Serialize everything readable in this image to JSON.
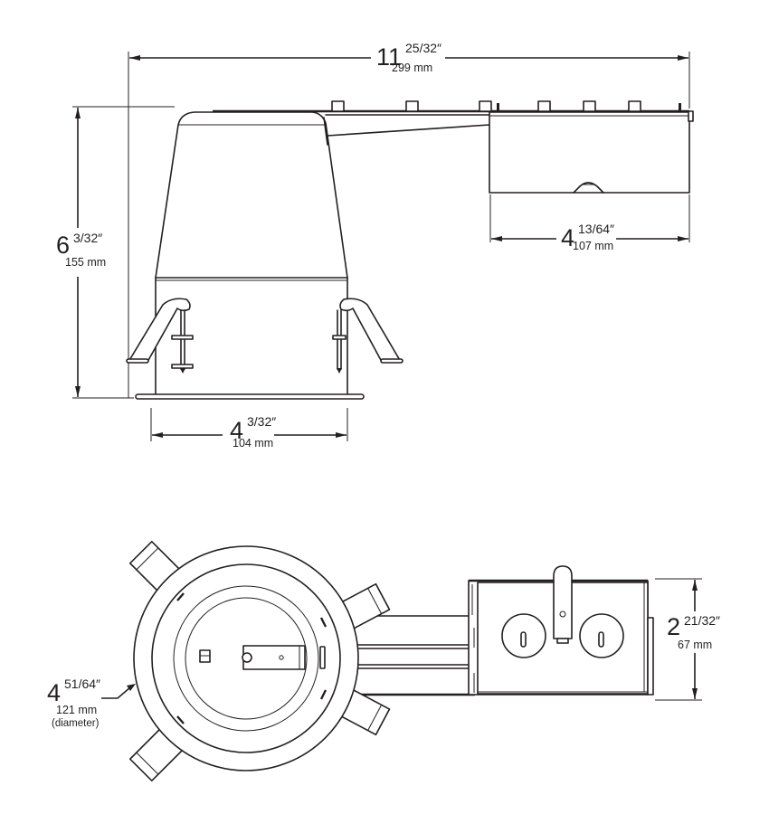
{
  "diagram": {
    "subject": "Recessed light housing dimension drawing",
    "views": [
      "side-view",
      "top-view"
    ],
    "dimensions": {
      "overall_length": {
        "whole": "11",
        "fraction": "25/32″",
        "metric": "299 mm"
      },
      "height": {
        "whole": "6",
        "fraction": "3/32″",
        "metric": "155 mm"
      },
      "junction_box_length": {
        "whole": "4",
        "fraction": "13/64″",
        "metric": "107 mm"
      },
      "aperture_width": {
        "whole": "4",
        "fraction": "3/32″",
        "metric": "104 mm"
      },
      "flange_diameter": {
        "whole": "4",
        "fraction": "51/64″",
        "metric": "121 mm",
        "note": "(diameter)"
      },
      "junction_box_width": {
        "whole": "2",
        "fraction": "21/32″",
        "metric": "67 mm"
      }
    },
    "colors": {
      "line": "#231f20",
      "background": "#ffffff"
    }
  }
}
